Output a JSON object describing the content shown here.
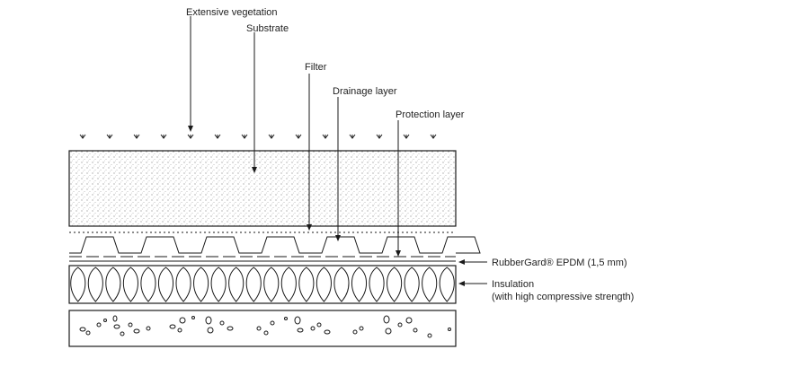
{
  "labels": {
    "vegetation": "Extensive vegetation",
    "substrate": "Substrate",
    "filter": "Filter",
    "drainage": "Drainage layer",
    "protection": "Protection layer",
    "epdm": "RubberGard® EPDM (1,5 mm)",
    "insulation_line1": "Insulation",
    "insulation_line2": "(with high compressive strength)"
  },
  "colors": {
    "line": "#1a1a1a",
    "text": "#222222",
    "background": "#ffffff"
  },
  "icons": {
    "plant_marker": "down-arrow-sprout-icon",
    "leader_arrow": "arrowhead-icon"
  }
}
